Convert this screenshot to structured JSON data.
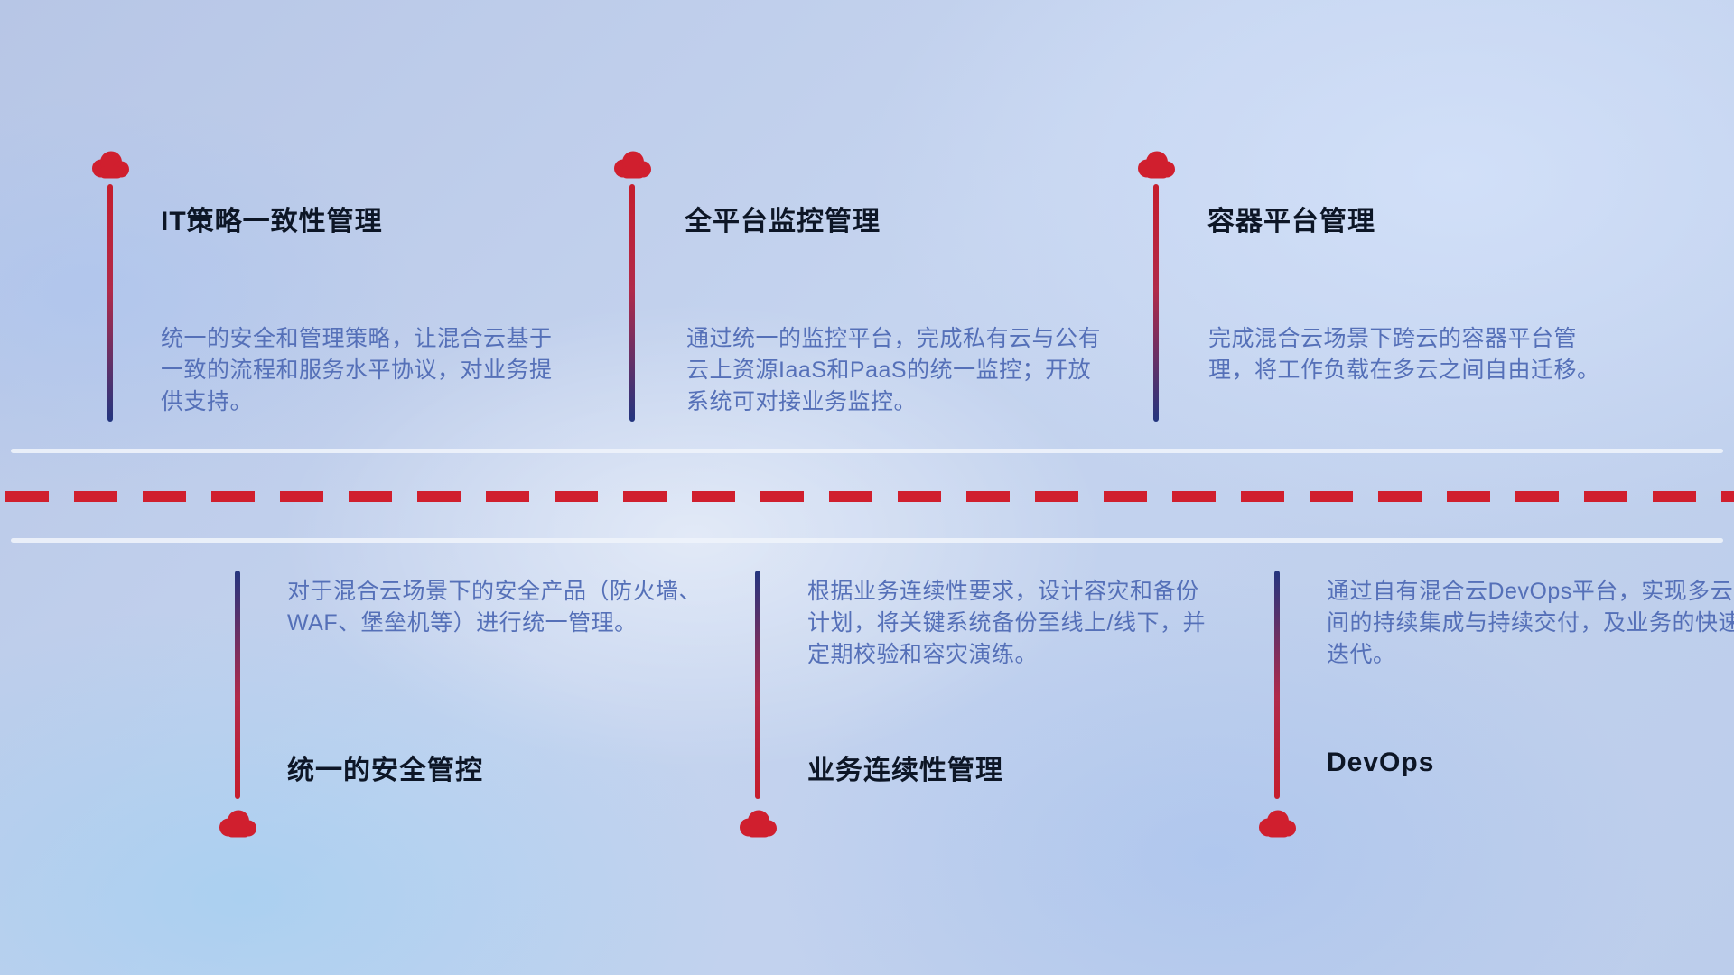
{
  "colors": {
    "accent_red": "#d01f2e",
    "line_blue": "#23357f",
    "title_color": "#0d1626",
    "body_text_color": "#5570b8"
  },
  "icons": {
    "marker": "cloud-icon"
  },
  "items_top": [
    {
      "title": "IT策略一致性管理",
      "description": "统一的安全和管理策略，让混合云基于一致的流程和服务水平协议，对业务提供支持。"
    },
    {
      "title": "全平台监控管理",
      "description": "通过统一的监控平台，完成私有云与公有云上资源IaaS和PaaS的统一监控；开放系统可对接业务监控。"
    },
    {
      "title": "容器平台管理",
      "description": "完成混合云场景下跨云的容器平台管理，将工作负载在多云之间自由迁移。"
    }
  ],
  "items_bottom": [
    {
      "title": "统一的安全管控",
      "description": "对于混合云场景下的安全产品（防火墙、WAF、堡垒机等）进行统一管理。"
    },
    {
      "title": "业务连续性管理",
      "description": "根据业务连续性要求，设计容灾和备份计划，将关键系统备份至线上/线下，并定期校验和容灾演练。"
    },
    {
      "title": "DevOps",
      "description": "通过自有混合云DevOps平台，实现多云间的持续集成与持续交付，及业务的快速迭代。"
    }
  ]
}
